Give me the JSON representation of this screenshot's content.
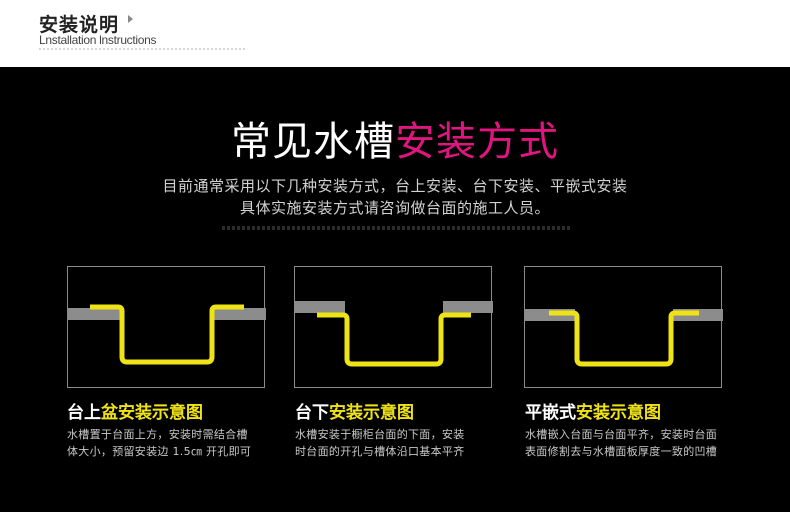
{
  "header": {
    "title": "安装说明",
    "subtitle": "Lnstallation lnstructions"
  },
  "main": {
    "title_white": "常见水槽",
    "title_pink": "安装方式",
    "desc_line1": "目前通常采用以下几种安装方式，台上安装、台下安装、平嵌式安装",
    "desc_line2": "具体实施安装方式请咨询做台面的施工人员。"
  },
  "methods": [
    {
      "caption_white": "台上",
      "caption_yellow": "盆安装示意图",
      "line1": "水槽置于台面上方，安装时需结合槽",
      "line2": "体大小，预留安装边 1.5㎝ 开孔即可"
    },
    {
      "caption_white": "台下",
      "caption_yellow": "安装示意图",
      "line1": "水槽安装于橱柜台面的下面，安装",
      "line2": "时台面的开孔与槽体沿口基本平齐"
    },
    {
      "caption_white": "平嵌式",
      "caption_yellow": "安装示意图",
      "line1": "水槽嵌入台面与台面平齐，安装时台面",
      "line2": "表面修割去与水槽面板厚度一致的凹槽"
    }
  ],
  "colors": {
    "accent_pink": "#e0157f",
    "accent_yellow": "#f0e315",
    "counter_gray": "#8c8c8c"
  }
}
